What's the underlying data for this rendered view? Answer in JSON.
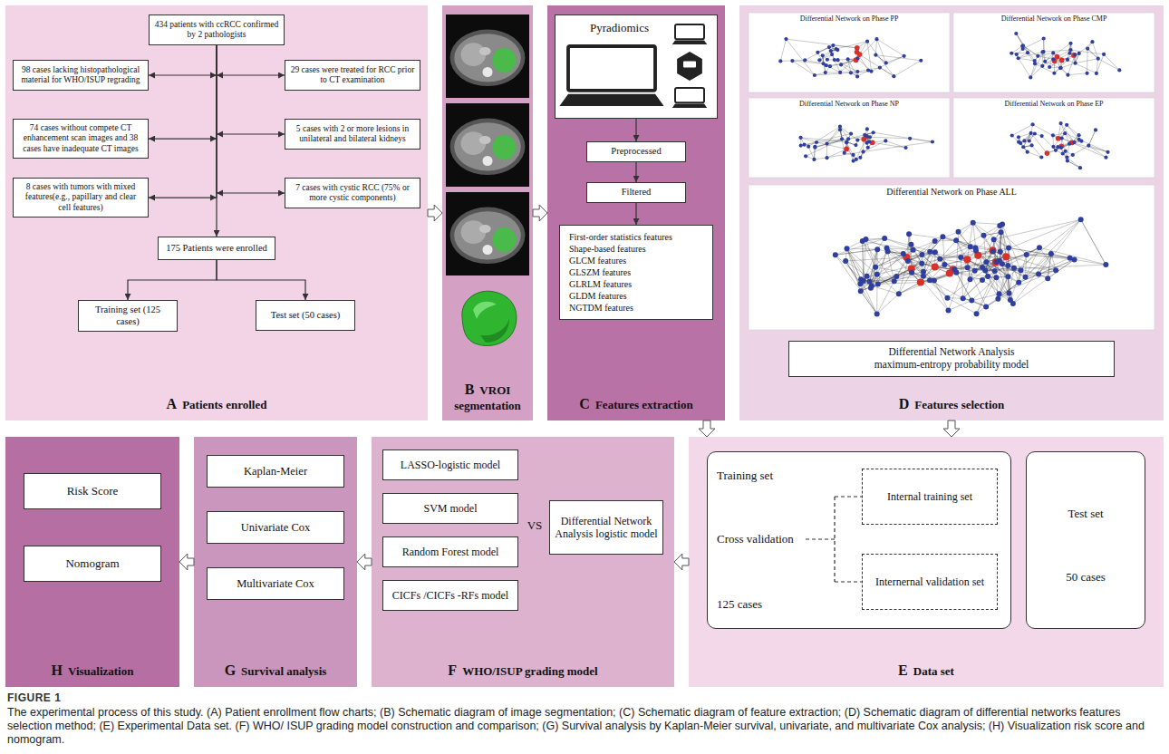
{
  "diagram": {
    "caption": "The experimental process of this study. (A) Patient enrollment flow charts; (B) Schematic diagram of image segmentation; (C) Schematic diagram of feature extraction; (D) Schematic diagram of differential networks features selection method; (E) Experimental Data set. (F) WHO/ ISUP grading model construction and comparison; (G) Survival analysis by Kaplan-Meier survival, univariate, and multivariate Cox analysis; (H) Visualization risk score and nomogram.",
    "nodes": [
      {
        "text": [
          "A",
          "Patients enrolled"
        ]
      },
      {
        "text": [
          "434 patients with ccRCC confirmed by 2 pathologists"
        ],
        "in": 0
      },
      {
        "text": [
          "98 cases lacking histopathological material for WHO/ISUP regrading"
        ],
        "in": 0
      },
      {
        "text": [
          "29 cases were treated for RCC prior to CT examination"
        ],
        "in": 0
      },
      {
        "text": [
          "74 cases without compete CT enhancement scan images and 38 cases have inadequate CT images"
        ],
        "in": 0
      },
      {
        "text": [
          "5 cases with 2 or more lesions in unilateral and bilateral kidneys"
        ],
        "in": 0
      },
      {
        "text": [
          "8 cases with tumors with mixed features(e.g., papillary and clear cell features)"
        ],
        "in": 0
      },
      {
        "text": [
          "7 cases with cystic RCC (75% or more cystic components)"
        ],
        "in": 0
      },
      {
        "text": [
          "175 Patients were enrolled"
        ],
        "in": 0
      },
      {
        "text": [
          "Training set (125 cases)"
        ],
        "in": 0
      },
      {
        "text": [
          "Test set (50 cases)"
        ],
        "in": 0
      },
      {
        "text": [
          "B",
          "VROI segmentation"
        ]
      },
      {
        "text": [
          "C",
          "Features extraction"
        ]
      },
      {
        "text": [
          "Pyradiomics"
        ],
        "in": 12
      },
      {
        "text": [
          "Preprocessed"
        ],
        "in": 12
      },
      {
        "text": [
          "Filtered"
        ],
        "in": 12
      },
      {
        "text": [
          "First-order statistics features",
          "Shape-based features",
          "GLCM features",
          "GLSZM features",
          "GLRLM features",
          "GLDM features",
          "NGTDM features"
        ],
        "in": 12
      },
      {
        "text": [
          "D",
          "Features selection"
        ]
      },
      {
        "text": [
          "Differential Network Analysis",
          "maximum-entropy probability model"
        ],
        "in": 17
      },
      {
        "text": [
          "E",
          "Data set"
        ]
      },
      {
        "text": [
          "Training set",
          "Cross validation",
          "125 cases"
        ],
        "in": 19
      },
      {
        "text": [
          "Internal training set"
        ],
        "in": 20
      },
      {
        "text": [
          "Internernal validation set"
        ],
        "in": 20
      },
      {
        "text": [
          "Test set",
          "50 cases"
        ],
        "in": 19
      },
      {
        "text": [
          "F",
          "WHO/ISUP grading model"
        ]
      },
      {
        "text": [
          "LASSO-logistic model"
        ],
        "in": 24
      },
      {
        "text": [
          "SVM model"
        ],
        "in": 24
      },
      {
        "text": [
          "Random Forest model"
        ],
        "in": 24
      },
      {
        "text": [
          "CICFs /CICFs -RFs model"
        ],
        "in": 24
      },
      {
        "text": [
          "Differential Network Analysis logistic model"
        ],
        "in": 24
      },
      {
        "text": [
          "G",
          "Survival analysis"
        ]
      },
      {
        "text": [
          "Kaplan-Meier"
        ],
        "in": 30
      },
      {
        "text": [
          "Univariate Cox"
        ],
        "in": 30
      },
      {
        "text": [
          "Multivariate Cox"
        ],
        "in": 30
      },
      {
        "text": [
          "H",
          "Visualization"
        ]
      },
      {
        "text": [
          "Risk Score"
        ],
        "in": 34
      },
      {
        "text": [
          "Nomogram"
        ],
        "in": 34
      }
    ],
    "edges": [
      {
        "from": 1,
        "to": 8,
        "arrow": "to"
      },
      {
        "from": 1,
        "to": 2,
        "arrow": "both"
      },
      {
        "from": 1,
        "to": 3,
        "arrow": "both"
      },
      {
        "from": 1,
        "to": 4,
        "arrow": "both"
      },
      {
        "from": 1,
        "to": 5,
        "arrow": "both"
      },
      {
        "from": 1,
        "to": 6,
        "arrow": "both"
      },
      {
        "from": 1,
        "to": 7,
        "arrow": "both"
      },
      {
        "from": 8,
        "to": 9,
        "arrow": "to"
      },
      {
        "from": 8,
        "to": 10,
        "arrow": "to"
      },
      {
        "from": 0,
        "to": 11,
        "arrow": "to"
      },
      {
        "from": 11,
        "to": 12,
        "arrow": "to"
      },
      {
        "from": 13,
        "to": 14,
        "arrow": "to"
      },
      {
        "from": 14,
        "to": 15,
        "arrow": "to"
      },
      {
        "from": 15,
        "to": 16,
        "arrow": "to"
      },
      {
        "from": 12,
        "to": 19,
        "arrow": "to"
      },
      {
        "from": 17,
        "to": 19,
        "arrow": "to"
      },
      {
        "from": 19,
        "to": 24,
        "arrow": "to"
      },
      {
        "from": 24,
        "to": 30,
        "arrow": "to"
      },
      {
        "from": 30,
        "to": 34,
        "arrow": "to"
      }
    ],
    "labels": [
      "Differential Network on Phase PP",
      "Differential Network on Phase CMP",
      "Differential Network on Phase NP",
      "Differential Network on Phase EP",
      "Differential Network on Phase ALL",
      "VS",
      "FIGURE 1"
    ]
  }
}
